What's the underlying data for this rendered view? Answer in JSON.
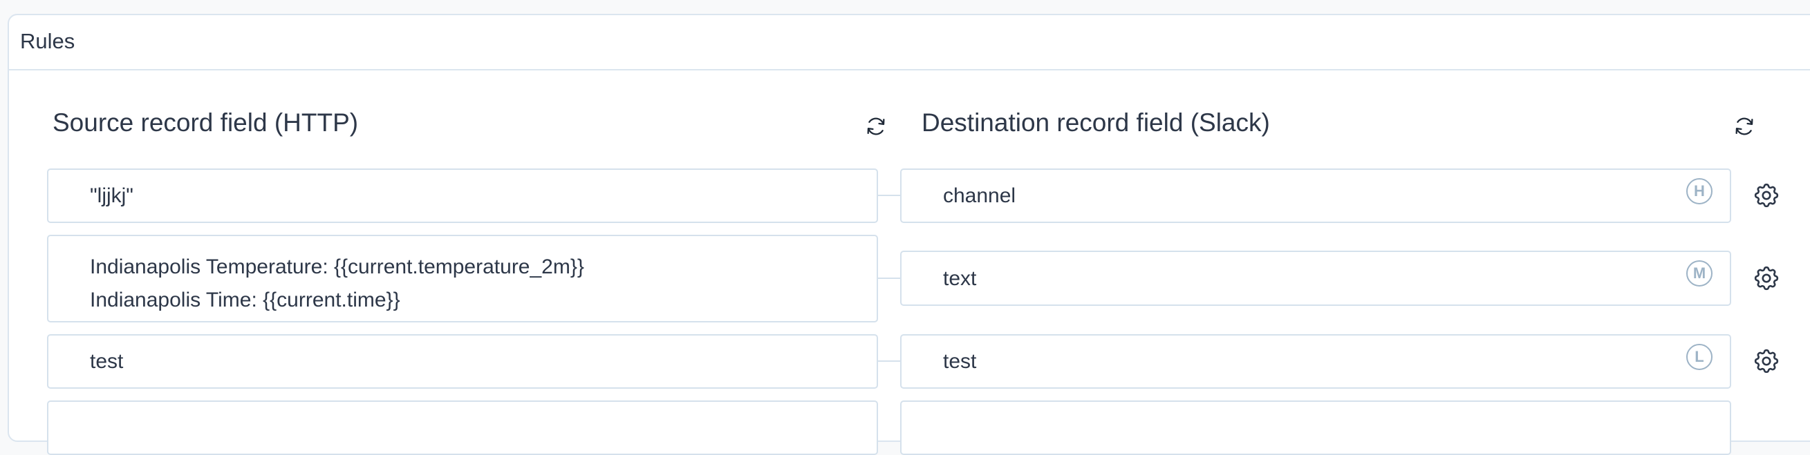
{
  "card": {
    "title": "Rules"
  },
  "columns": {
    "source_heading": "Source record field (HTTP)",
    "destination_heading": "Destination record field (Slack)",
    "source_refresh_icon": "refresh-icon",
    "destination_refresh_icon": "refresh-icon"
  },
  "rules": [
    {
      "source_lines": [
        "\"ljjkj\""
      ],
      "destination": "channel",
      "badge": "H",
      "settings_icon": "gear-icon"
    },
    {
      "source_lines": [
        "Indianapolis Temperature: {{current.temperature_2m}}",
        "Indianapolis Time: {{current.time}}"
      ],
      "destination": "text",
      "badge": "M",
      "settings_icon": "gear-icon"
    },
    {
      "source_lines": [
        "test"
      ],
      "destination": "test",
      "badge": "L",
      "settings_icon": "gear-icon"
    },
    {
      "source_lines": [
        ""
      ],
      "destination": "",
      "badge": "",
      "settings_icon": ""
    }
  ],
  "colors": {
    "border": "#d5e1ec",
    "text": "#2d3748",
    "badge": "#9db3c6",
    "background": "#f8f9fa"
  }
}
